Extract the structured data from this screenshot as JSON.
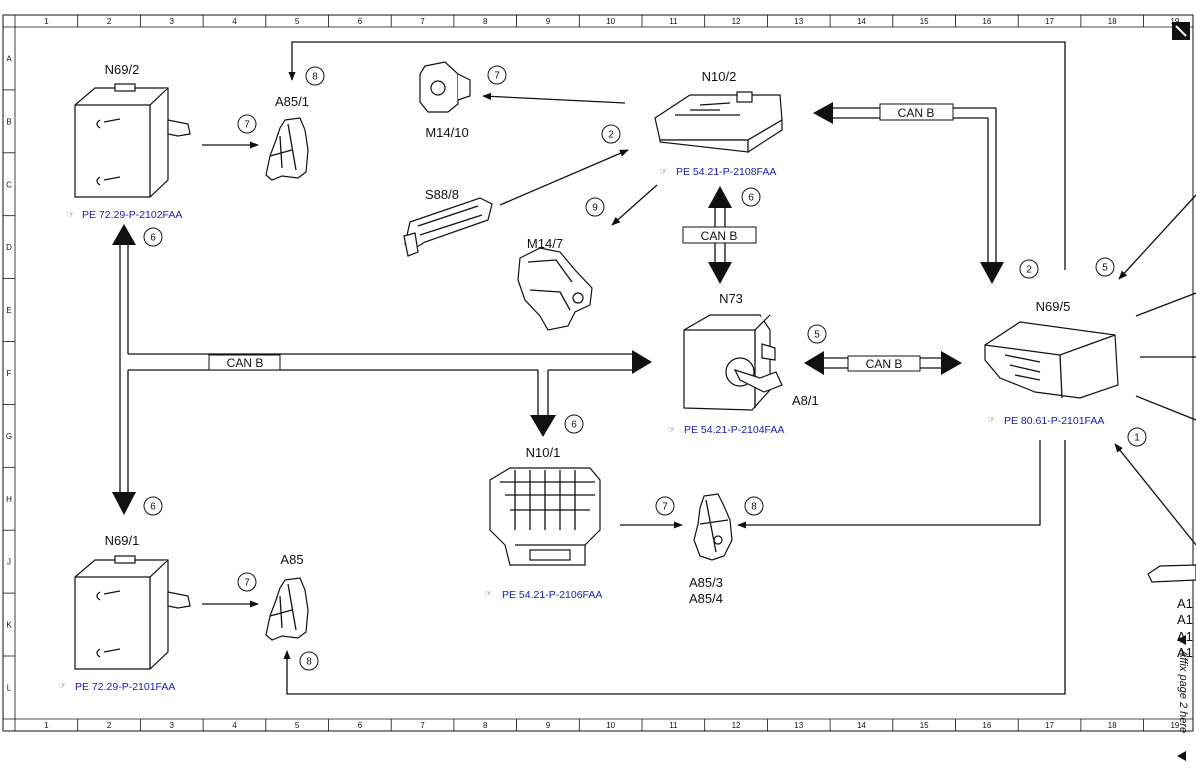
{
  "grid": {
    "columns": [
      "1",
      "2",
      "3",
      "4",
      "5",
      "6",
      "7",
      "8",
      "9",
      "10",
      "11",
      "12",
      "13",
      "14",
      "15",
      "16",
      "17",
      "18",
      "19"
    ],
    "rows": [
      "A",
      "B",
      "C",
      "D",
      "E",
      "F",
      "G",
      "H",
      "J",
      "K",
      "L"
    ]
  },
  "components": {
    "n69_2": {
      "label": "N69/2",
      "ref": "PE 72.29-P-2102FAA"
    },
    "a85_1": {
      "label": "A85/1"
    },
    "m14_10": {
      "label": "M14/10"
    },
    "n10_2": {
      "label": "N10/2",
      "ref": "PE 54.21-P-2108FAA"
    },
    "s88_8": {
      "label": "S88/8"
    },
    "m14_7": {
      "label": "M14/7"
    },
    "n73": {
      "label": "N73",
      "sub": "A8/1",
      "ref": "PE 54.21-P-2104FAA"
    },
    "n69_5": {
      "label": "N69/5",
      "ref": "PE 80.61-P-2101FAA"
    },
    "n10_1": {
      "label": "N10/1",
      "ref": "PE 54.21-P-2106FAA"
    },
    "a85_3": {
      "label": "A85/3",
      "label2": "A85/4"
    },
    "n69_1": {
      "label": "N69/1",
      "ref": "PE 72.29-P-2101FAA"
    },
    "a85": {
      "label": "A85"
    },
    "a1x": {
      "line1": "A1",
      "line2": "A1",
      "line3": "A1",
      "line4": "A1"
    }
  },
  "bus": {
    "label": "CAN B"
  },
  "callouts": {
    "c1": "1",
    "c2": "2",
    "c5": "5",
    "c6": "6",
    "c7": "7",
    "c8": "8",
    "c9": "9"
  },
  "side_note": {
    "text": "Affix page 2 here"
  }
}
